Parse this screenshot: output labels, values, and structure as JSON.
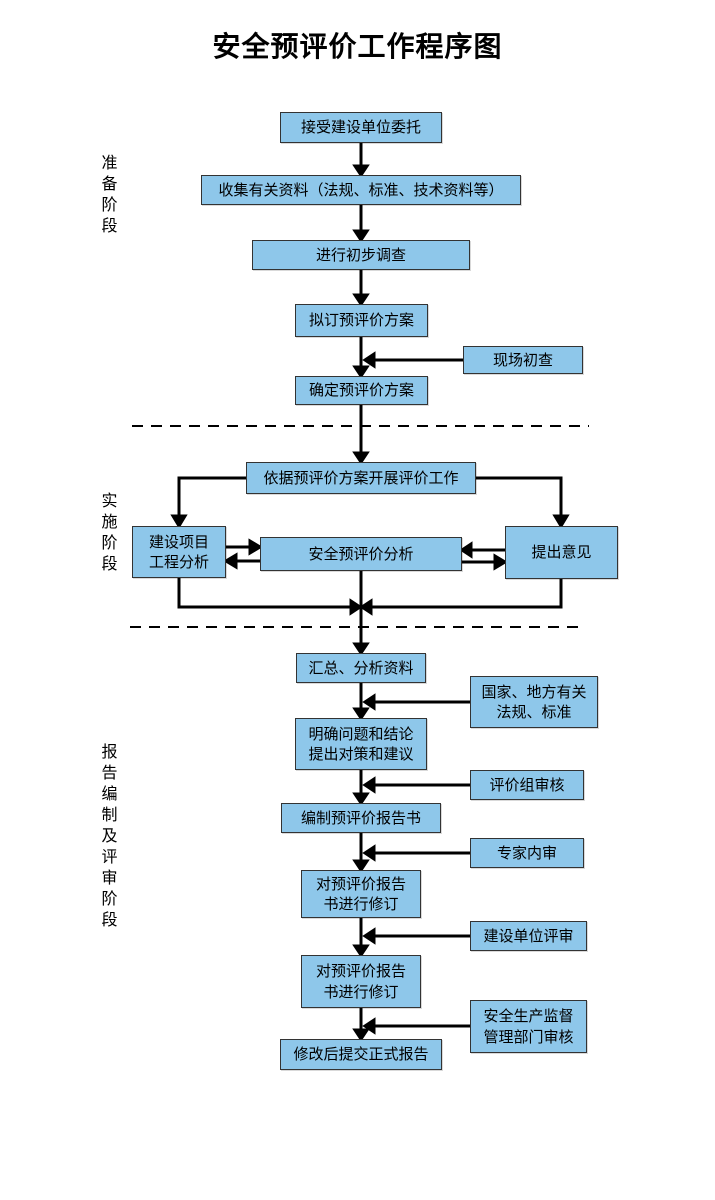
{
  "title": "安全预评价工作程序图",
  "stages": {
    "preparation": "准备阶段",
    "implementation": "实施阶段",
    "reporting": "报告编制及评审阶段"
  },
  "nodes": {
    "accept_commission": {
      "lines": [
        "接受建设单位委托"
      ]
    },
    "collect_materials": {
      "lines": [
        "收集有关资料（法规、标准、技术资料等）"
      ]
    },
    "preliminary_survey": {
      "lines": [
        "进行初步调查"
      ]
    },
    "draft_plan": {
      "lines": [
        "拟订预评价方案"
      ]
    },
    "site_initial_check": {
      "lines": [
        "现场初查"
      ]
    },
    "confirm_plan": {
      "lines": [
        "确定预评价方案"
      ]
    },
    "carry_out_evaluation": {
      "lines": [
        "依据预评价方案开展评价工作"
      ]
    },
    "project_engineering_analysis": {
      "lines": [
        "建设项目",
        "工程分析"
      ]
    },
    "safety_preevaluation_analysis": {
      "lines": [
        "安全预评价分析"
      ]
    },
    "propose_opinions": {
      "lines": [
        "提出意见"
      ]
    },
    "summarize_analyze_materials": {
      "lines": [
        "汇总、分析资料"
      ]
    },
    "national_local_regulations": {
      "lines": [
        "国家、地方有关",
        "法规、标准"
      ]
    },
    "clarify_problems_conclusions": {
      "lines": [
        "明确问题和结论",
        "提出对策和建议"
      ]
    },
    "evaluation_group_review": {
      "lines": [
        "评价组审核"
      ]
    },
    "compile_preevaluation_report": {
      "lines": [
        "编制预评价报告书"
      ]
    },
    "expert_internal_review": {
      "lines": [
        "专家内审"
      ]
    },
    "revise_report_first": {
      "lines": [
        "对预评价报告",
        "书进行修订"
      ]
    },
    "construction_unit_review": {
      "lines": [
        "建设单位评审"
      ]
    },
    "revise_report_second": {
      "lines": [
        "对预评价报告",
        "书进行修订"
      ]
    },
    "safety_supervision_department_review": {
      "lines": [
        "安全生产监督",
        "管理部门审核"
      ]
    },
    "submit_formal_report": {
      "lines": [
        "修改后提交正式报告"
      ]
    }
  },
  "colors": {
    "box_fill": "#8EC7EA",
    "box_border": "#333333",
    "connector": "#000000",
    "text": "#000000",
    "background": "#FFFFFF"
  }
}
